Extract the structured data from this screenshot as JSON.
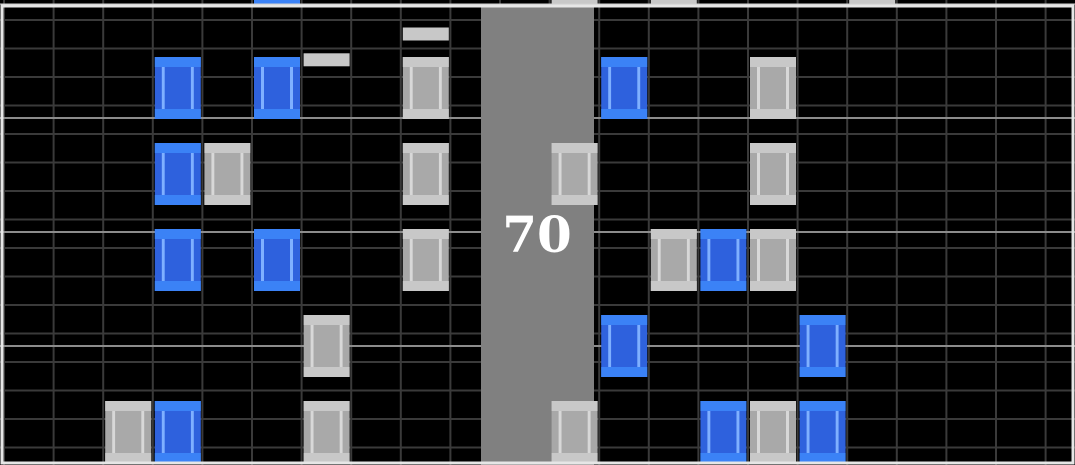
{
  "measure_number": "70",
  "colors": {
    "background": "#000000",
    "grid_line": "#3a3a3a",
    "beat_line": "#8c8c8c",
    "border": "#e6e6e6",
    "divider_column": "#808080",
    "blue_note_body": "#2f62dd",
    "blue_note_cap": "#3b82f6",
    "gray_note_body": "#a8a8a8",
    "gray_note_cap": "#c8c8c8",
    "note_stripe_blue": "#7fb0ff",
    "note_stripe_gray": "#d8d8d8",
    "measure_text": "#ffffff"
  },
  "notes": [
    {
      "color": "blue",
      "lane": 3,
      "row": 1
    },
    {
      "color": "blue",
      "lane": 5,
      "row": 1
    },
    {
      "color": "gray",
      "lane": 8,
      "row": 1
    },
    {
      "color": "blue",
      "lane": 12,
      "row": 1
    },
    {
      "color": "gray",
      "lane": 15,
      "row": 1
    },
    {
      "color": "blue",
      "lane": 3,
      "row": 2
    },
    {
      "color": "gray",
      "lane": 4,
      "row": 2
    },
    {
      "color": "gray",
      "lane": 8,
      "row": 2
    },
    {
      "color": "gray",
      "lane": 11,
      "row": 2
    },
    {
      "color": "gray",
      "lane": 15,
      "row": 2
    },
    {
      "color": "blue",
      "lane": 3,
      "row": 3
    },
    {
      "color": "blue",
      "lane": 5,
      "row": 3
    },
    {
      "color": "gray",
      "lane": 8,
      "row": 3
    },
    {
      "color": "gray",
      "lane": 13,
      "row": 3
    },
    {
      "color": "blue",
      "lane": 14,
      "row": 3
    },
    {
      "color": "gray",
      "lane": 15,
      "row": 3
    },
    {
      "color": "gray",
      "lane": 6,
      "row": 4
    },
    {
      "color": "blue",
      "lane": 12,
      "row": 4
    },
    {
      "color": "blue",
      "lane": 16,
      "row": 4
    },
    {
      "color": "gray",
      "lane": 2,
      "row": 5
    },
    {
      "color": "blue",
      "lane": 3,
      "row": 5
    },
    {
      "color": "gray",
      "lane": 6,
      "row": 5
    },
    {
      "color": "gray",
      "lane": 11,
      "row": 5
    },
    {
      "color": "blue",
      "lane": 14,
      "row": 5
    },
    {
      "color": "gray",
      "lane": 15,
      "row": 5
    },
    {
      "color": "blue",
      "lane": 16,
      "row": 5
    }
  ],
  "short_bars": [
    {
      "lane": 6,
      "row": 0.55
    },
    {
      "lane": 8,
      "row": 0.25
    }
  ],
  "top_edge_marks": [
    {
      "color": "blue",
      "lane": 5
    },
    {
      "color": "gray",
      "lane": 11
    },
    {
      "color": "gray",
      "lane": 13
    },
    {
      "color": "gray",
      "lane": 17
    }
  ]
}
